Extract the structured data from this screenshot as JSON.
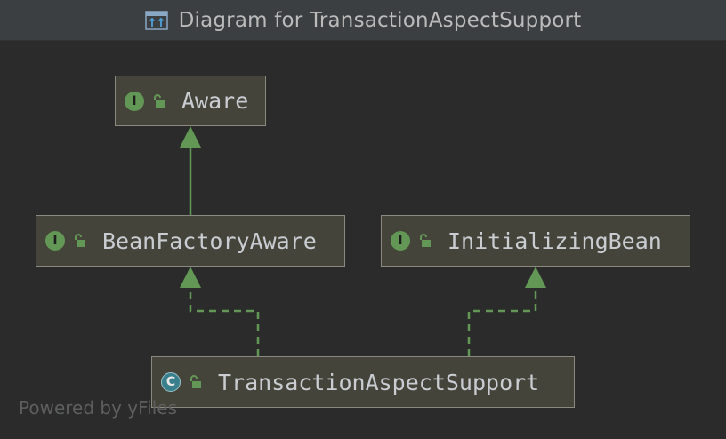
{
  "window": {
    "title": "Diagram for TransactionAspectSupport",
    "title_icon": "class-diagram-icon"
  },
  "diagram": {
    "nodes": [
      {
        "id": "aware",
        "kind": "interface",
        "kind_letter": "I",
        "label": "Aware",
        "visibility": "public"
      },
      {
        "id": "bean-factory-aware",
        "kind": "interface",
        "kind_letter": "I",
        "label": "BeanFactoryAware",
        "visibility": "public"
      },
      {
        "id": "initializing-bean",
        "kind": "interface",
        "kind_letter": "I",
        "label": "InitializingBean",
        "visibility": "public"
      },
      {
        "id": "transaction-aspect-support",
        "kind": "class",
        "kind_letter": "C",
        "label": "TransactionAspectSupport",
        "visibility": "public"
      }
    ],
    "edges": [
      {
        "from": "bean-factory-aware",
        "to": "aware",
        "type": "extends",
        "style": "solid"
      },
      {
        "from": "transaction-aspect-support",
        "to": "bean-factory-aware",
        "type": "implements",
        "style": "dashed"
      },
      {
        "from": "transaction-aspect-support",
        "to": "initializing-bean",
        "type": "implements",
        "style": "dashed"
      }
    ],
    "colors": {
      "background": "#2b2b2b",
      "node_fill": "#45443a",
      "node_border": "#8a8a80",
      "edge": "#629755",
      "interface_badge": "#629755",
      "class_badge": "#3a7f8c"
    }
  },
  "footer": {
    "watermark": "Powered by yFiles"
  }
}
